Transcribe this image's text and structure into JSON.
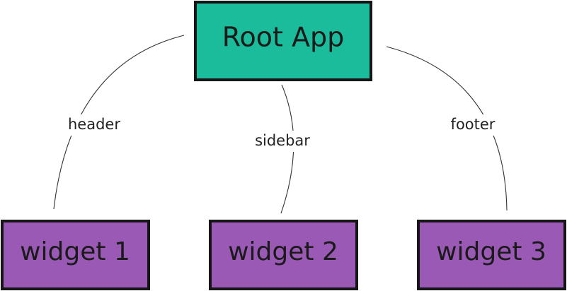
{
  "root": {
    "label": "Root App",
    "color": "#1abc9c"
  },
  "edges": [
    {
      "label": "header"
    },
    {
      "label": "sidebar"
    },
    {
      "label": "footer"
    }
  ],
  "widgets": [
    {
      "label": "widget 1",
      "color": "#9b59b6"
    },
    {
      "label": "widget 2",
      "color": "#9b59b6"
    },
    {
      "label": "widget 3",
      "color": "#9b59b6"
    }
  ]
}
